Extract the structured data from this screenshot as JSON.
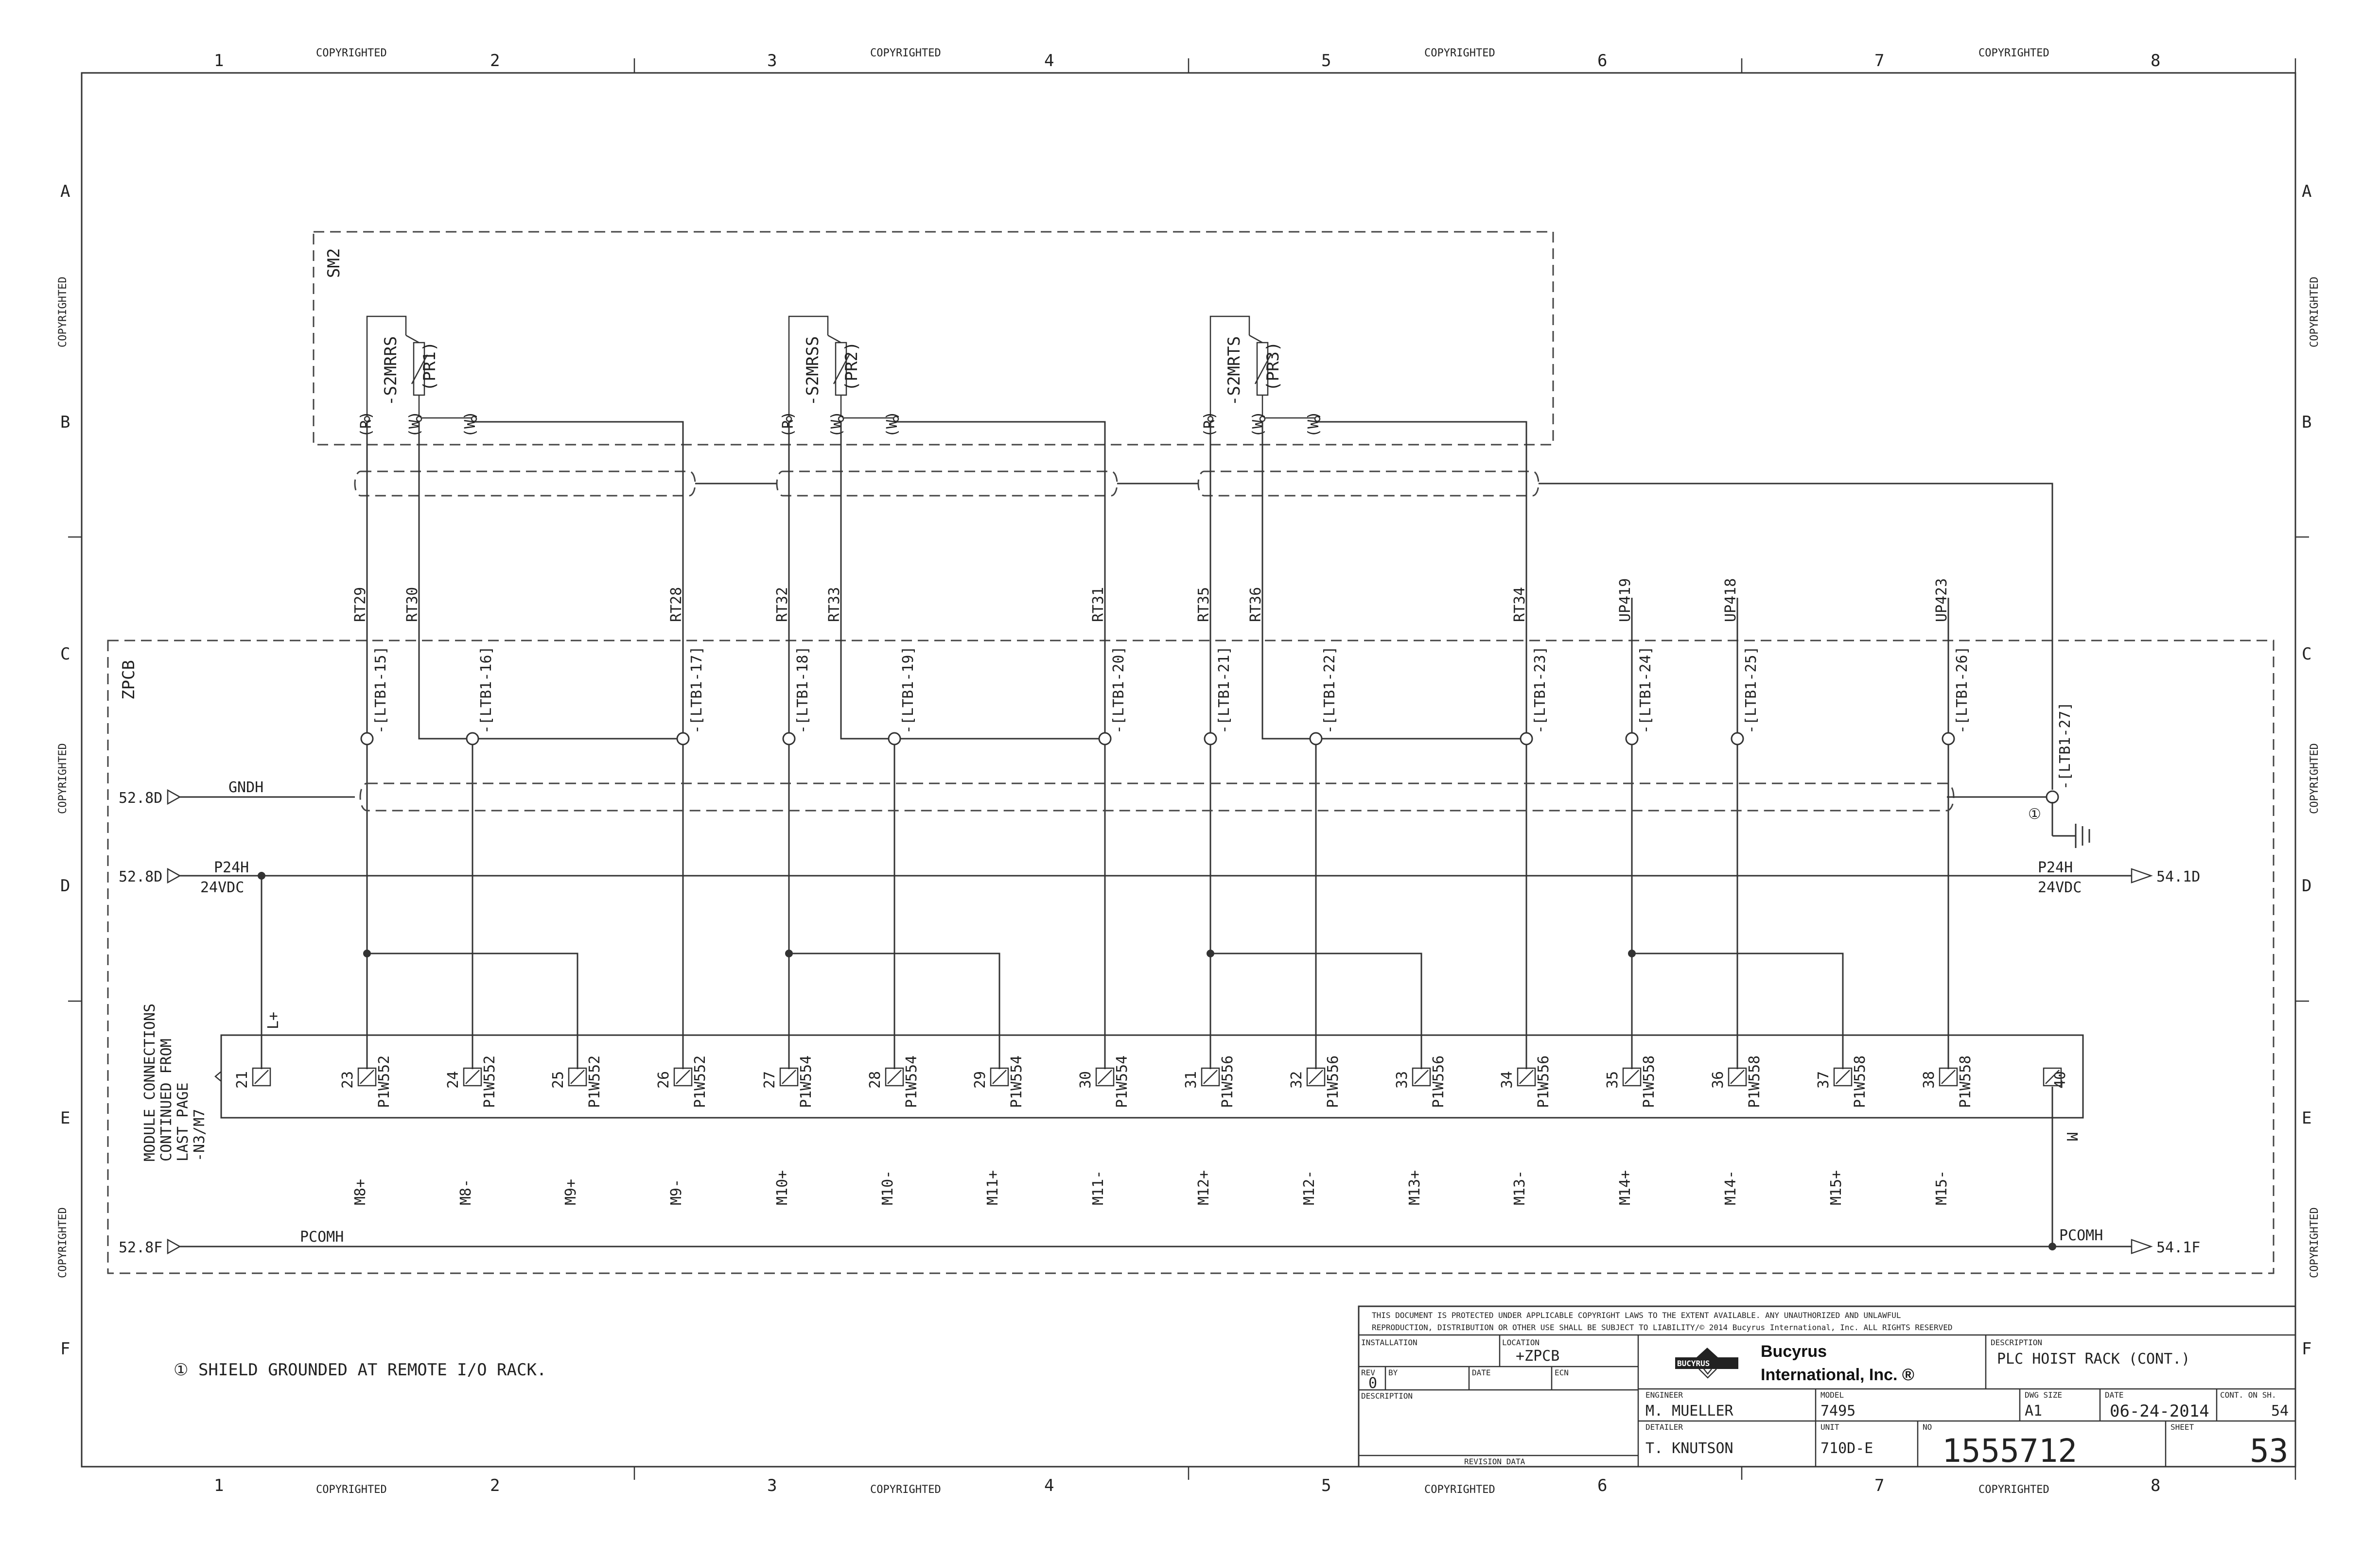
{
  "sheet": {
    "copyright": "COPYRIGHTED",
    "columns": [
      "1",
      "2",
      "3",
      "4",
      "5",
      "6",
      "7",
      "8"
    ],
    "rows": [
      "A",
      "B",
      "C",
      "D",
      "E",
      "F"
    ],
    "colors": {
      "line": "#333333",
      "background": "#ffffff"
    }
  },
  "diagram": {
    "sm2_label": "SM2",
    "zpcb_label": "ZPCB",
    "sensors": [
      {
        "name": "-S2MRRS",
        "tag": "(PR1)",
        "pins": [
          "(R)",
          "(W)",
          "(W)"
        ]
      },
      {
        "name": "-S2MRSS",
        "tag": "(PR2)",
        "pins": [
          "(R)",
          "(W)",
          "(W)"
        ]
      },
      {
        "name": "-S2MRTS",
        "tag": "(PR3)",
        "pins": [
          "(R)",
          "(W)",
          "(W)"
        ]
      }
    ],
    "wire_labels": [
      "RT29",
      "RT30",
      "RT28",
      "RT32",
      "RT33",
      "RT31",
      "RT35",
      "RT36",
      "RT34",
      "UP419",
      "UP418",
      "UP423"
    ],
    "terminals": [
      "-[LTB1-15]",
      "-[LTB1-16]",
      "-[LTB1-17]",
      "-[LTB1-18]",
      "-[LTB1-19]",
      "-[LTB1-20]",
      "-[LTB1-21]",
      "-[LTB1-22]",
      "-[LTB1-23]",
      "-[LTB1-24]",
      "-[LTB1-25]",
      "-[LTB1-26]",
      "-[LTB1-27]"
    ],
    "gndh": {
      "ref": "52.8D",
      "label": "GNDH"
    },
    "p24h_left": {
      "ref": "52.8D",
      "label": "P24H",
      "voltage": "24VDC"
    },
    "p24h_right": {
      "ref": "54.1D",
      "label": "P24H",
      "voltage": "24VDC"
    },
    "pcomh_left": {
      "ref": "52.8F",
      "label": "PCOMH"
    },
    "pcomh_right": {
      "ref": "54.1F",
      "label": "PCOMH"
    },
    "module_note": [
      "MODULE CONNECTIONS",
      "CONTINUED FROM",
      "LAST PAGE",
      "-N3/M7"
    ],
    "module_first": {
      "num": "21",
      "label": "L+"
    },
    "module_last": {
      "num": "40",
      "label": "M"
    },
    "module_pins": [
      {
        "num": "23",
        "card": "P1W552",
        "signal": "M8+"
      },
      {
        "num": "24",
        "card": "P1W552",
        "signal": "M8-"
      },
      {
        "num": "25",
        "card": "P1W552",
        "signal": "M9+"
      },
      {
        "num": "26",
        "card": "P1W552",
        "signal": "M9-"
      },
      {
        "num": "27",
        "card": "P1W554",
        "signal": "M10+"
      },
      {
        "num": "28",
        "card": "P1W554",
        "signal": "M10-"
      },
      {
        "num": "29",
        "card": "P1W554",
        "signal": "M11+"
      },
      {
        "num": "30",
        "card": "P1W554",
        "signal": "M11-"
      },
      {
        "num": "31",
        "card": "P1W556",
        "signal": "M12+"
      },
      {
        "num": "32",
        "card": "P1W556",
        "signal": "M12-"
      },
      {
        "num": "33",
        "card": "P1W556",
        "signal": "M13+"
      },
      {
        "num": "34",
        "card": "P1W556",
        "signal": "M13-"
      },
      {
        "num": "35",
        "card": "P1W558",
        "signal": "M14+"
      },
      {
        "num": "36",
        "card": "P1W558",
        "signal": "M14-"
      },
      {
        "num": "37",
        "card": "P1W558",
        "signal": "M15+"
      },
      {
        "num": "38",
        "card": "P1W558",
        "signal": "M15-"
      }
    ],
    "shield_marker": "①",
    "footnote": "① SHIELD GROUNDED AT REMOTE I/O RACK."
  },
  "title_block": {
    "notice_line1": "THIS DOCUMENT IS PROTECTED UNDER APPLICABLE COPYRIGHT LAWS TO THE EXTENT AVAILABLE.  ANY UNAUTHORIZED AND UNLAWFUL",
    "notice_line2": "REPRODUCTION, DISTRIBUTION OR OTHER USE SHALL BE SUBJECT TO LIABILITY/© 2014  Bucyrus International, Inc.  ALL RIGHTS RESERVED",
    "installation_label": "INSTALLATION",
    "location_label": "LOCATION",
    "location": "+ZPCB",
    "rev_label": "REV",
    "rev": "0",
    "by_label": "BY",
    "date_label": "DATE",
    "ecn_label": "ECN",
    "description_label": "DESCRIPTION",
    "revision_data_label": "REVISION DATA",
    "company_line1": "Bucyrus",
    "company_line2": "International, Inc. ®",
    "logo_text": "BUCYRUS",
    "sheet_description": "PLC HOIST RACK (CONT.)",
    "engineer_label": "ENGINEER",
    "engineer": "M. MUELLER",
    "model_label": "MODEL",
    "model": "7495",
    "dwg_size_label": "DWG SIZE",
    "dwg_size": "A1",
    "date_field_label": "DATE",
    "date": "06-24-2014",
    "cont_label": "CONT. ON SH.",
    "cont": "54",
    "detailer_label": "DETAILER",
    "detailer": "T. KNUTSON",
    "unit_label": "UNIT",
    "unit": "710D-E",
    "no_label": "NO",
    "number": "1555712",
    "sheet_label": "SHEET",
    "sheet": "53"
  }
}
